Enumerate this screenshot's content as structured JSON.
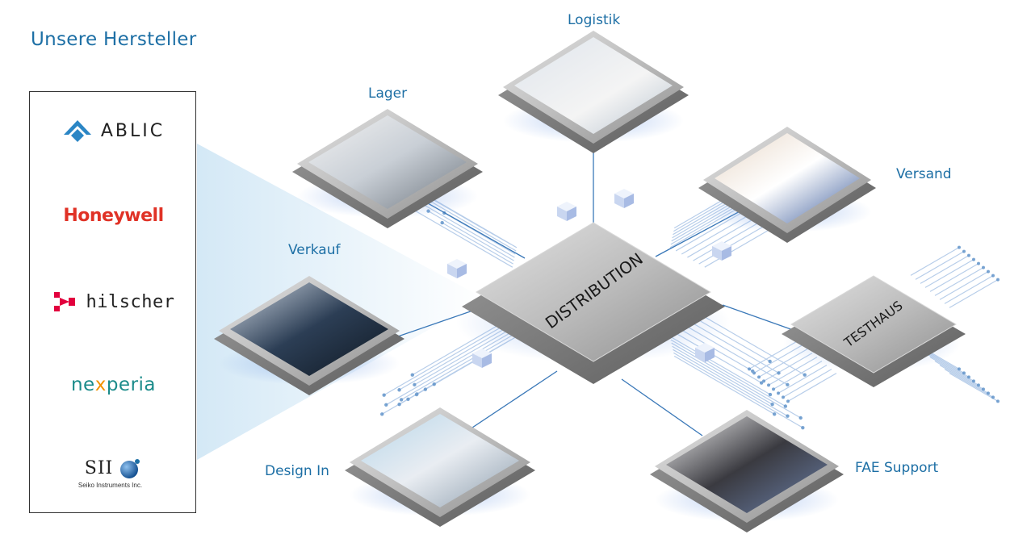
{
  "heading": "Unsere Hersteller",
  "manufacturers": [
    {
      "name": "ABLIC",
      "icon": "ablic-logo-icon",
      "color": "#2b86c5"
    },
    {
      "name": "Honeywell",
      "color": "#e03226"
    },
    {
      "name": "hilscher",
      "icon": "hilscher-logo-icon",
      "color": "#e2003d"
    },
    {
      "name_part1": "ne",
      "name_x": "x",
      "name_part2": "peria",
      "color": "#1b8b8a",
      "accent": "#f39200"
    },
    {
      "name": "SII",
      "subtitle": "Seiko Instruments Inc.",
      "icon": "sii-globe-icon",
      "color": "#1d6fa5"
    }
  ],
  "chips": {
    "center": "DISTRIBUTION",
    "secondary": "TESTHAUS"
  },
  "nodes": {
    "logistik": "Logistik",
    "lager": "Lager",
    "versand": "Versand",
    "verkauf": "Verkauf",
    "design_in": "Design In",
    "fae_support": "FAE Support"
  },
  "colors": {
    "accent_blue": "#1d6fa5",
    "trace_blue": "#5a8fc8",
    "chip_gray": "#a9a9a9"
  }
}
